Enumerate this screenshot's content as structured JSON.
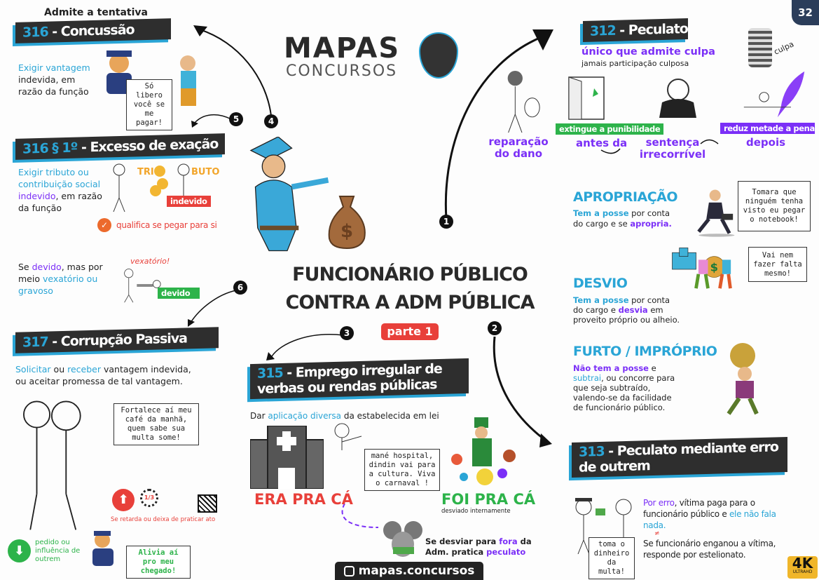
{
  "page_number": "32",
  "logo": {
    "line1": "MAPAS",
    "line2": "CONCURSOS"
  },
  "title": {
    "line1": "FUNCIONÁRIO PÚBLICO",
    "line2": "CONTRA A ADM PÚBLICA",
    "badge": "parte 1"
  },
  "steps": [
    "1",
    "2",
    "3",
    "4",
    "5",
    "6"
  ],
  "colors": {
    "blue": "#2aa5d6",
    "purple": "#7b2ff7",
    "red": "#e8403a",
    "green": "#2db34a",
    "dark": "#2e2e2e"
  },
  "concussao": {
    "note": "Admite a tentativa",
    "num": "316",
    "title": " - Concussão",
    "desc": [
      "Exigir vantagem",
      "indevida, em",
      "razão da função"
    ],
    "bubble": "Só libero você se me pagar!"
  },
  "excesso": {
    "num": "316 § 1º",
    "title": " - Excesso de exação",
    "desc": [
      "Exigir tributo ou",
      "contribuição social",
      "indevido",
      ", em razão",
      "da função"
    ],
    "tri": "TRI",
    "buto": "BUTO",
    "badge": "indevido",
    "qualifica": "qualifica se pegar para si",
    "devido_desc": [
      "Se ",
      "devido",
      ", mas por",
      "meio ",
      "vexatório ou",
      "gravoso"
    ],
    "vexatorio": "vexatório!",
    "devido_badge": "devido"
  },
  "corrupcao": {
    "num": "317",
    "title": " - Corrupção Passiva",
    "desc": [
      "Solicitar",
      " ou ",
      "receber",
      " vantagem indevida,",
      "ou aceitar promessa de tal vantagem."
    ],
    "bubble": "Fortalece aí meu café da manhã, quem sabe sua multa some!",
    "rosary": "1/3",
    "retarda": "Se retarda ou deixa de praticar ato",
    "pedido": [
      "pedido ou",
      "influência de",
      "outrem"
    ],
    "bubble2": "Alivia aí pro meu chegado!"
  },
  "emprego": {
    "num": "315",
    "title1": " - Emprego irregular de",
    "title2": "verbas ou rendas públicas",
    "desc": [
      "Dar ",
      "aplicação diversa",
      " da estabelecida em lei"
    ],
    "era": "ERA PRA CÁ",
    "bubble": "mané hospital, dindin vai para a cultura. Viva o carnaval !",
    "foi": "FOI PRA CÁ",
    "foi_sub": "desviado internamente",
    "fora": [
      "Se desviar para ",
      "fora",
      " da",
      "Adm. pratica ",
      "peculato"
    ]
  },
  "instagram": "mapas.concursos",
  "peculato": {
    "num": "312",
    "title": " - Peculato",
    "culpa_title": "único que admite culpa",
    "culpa_sub": "jamais participação culposa",
    "culpa_tag": "culpa",
    "reparacao": [
      "reparação",
      "do dano"
    ],
    "extingue": "extingue a punibilidade",
    "antes": "antes da",
    "sentenca": [
      "sentença",
      "irrecorrível"
    ],
    "reduz": "reduz metade a pena",
    "depois": "depois"
  },
  "apropriacao": {
    "title": "APROPRIAÇÃO",
    "desc": [
      "Tem a posse",
      " por conta",
      "do cargo e se ",
      "apropria."
    ],
    "bubble": "Tomara que ninguém tenha visto eu pegar o notebook!"
  },
  "desvio": {
    "title": "DESVIO",
    "desc": [
      "Tem a posse",
      " por conta",
      "do cargo e ",
      "desvia",
      " em",
      "proveito próprio ou alheio."
    ],
    "bubble": "Vai nem fazer falta mesmo!"
  },
  "furto": {
    "title": "FURTO / IMPRÓPRIO",
    "desc": [
      "Não tem a posse",
      " e",
      "subtrai",
      ", ou concorre para",
      "que seja subtraído,",
      "valendo-se da facilidade",
      "de funcionário público."
    ]
  },
  "erro": {
    "num": "313",
    "title1": " - Peculato mediante erro",
    "title2": "de outrem",
    "desc": [
      "Por erro",
      ", vítima paga para o",
      "funcionário público e ",
      "ele não fala",
      "nada."
    ],
    "desc2": [
      "Se funcionário enganou a vítima,",
      "responde por estelionato."
    ],
    "bubble": "toma o dinheiro da multa!"
  },
  "quality_badge": {
    "main": "4K",
    "sub": "ULTRAHD"
  }
}
